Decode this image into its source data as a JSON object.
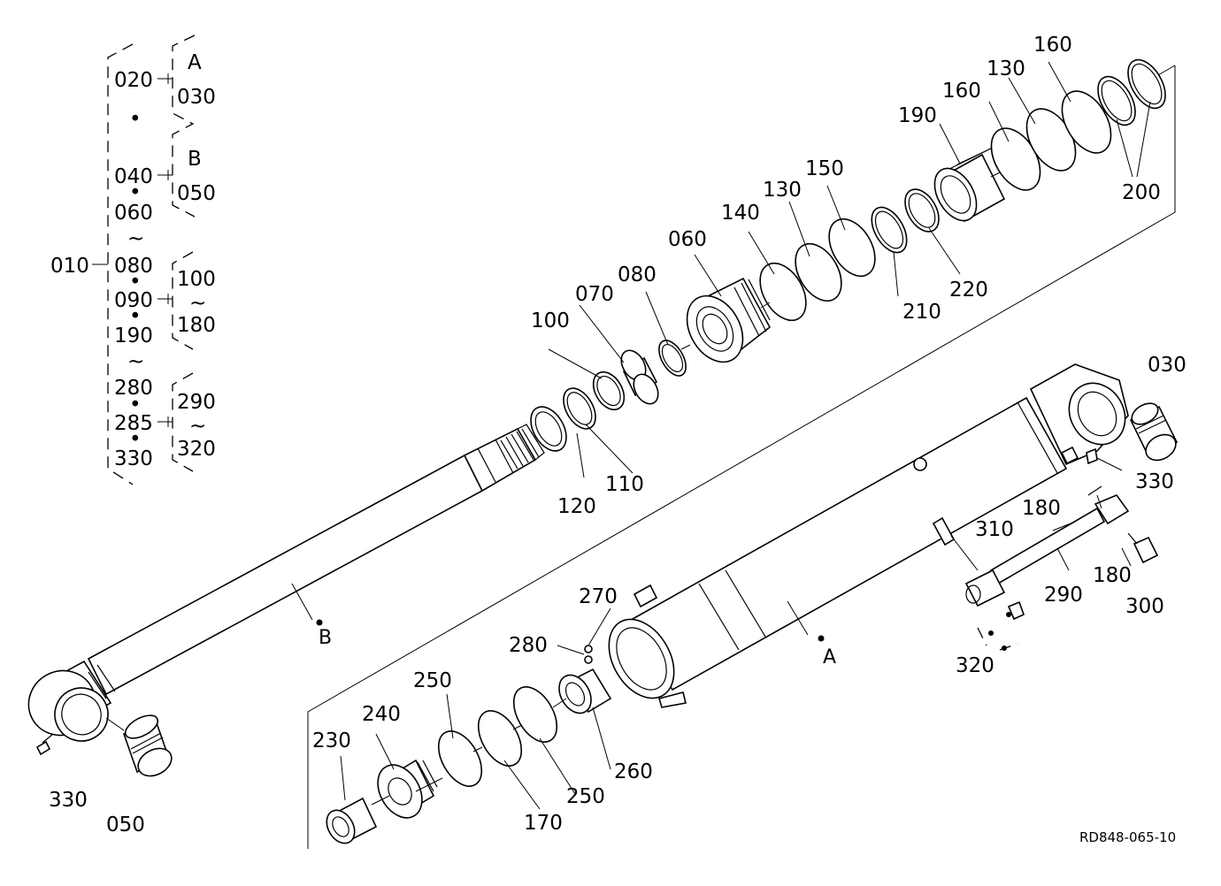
{
  "tree": {
    "root": "010",
    "items": [
      "020",
      "030",
      "A",
      "040",
      "050",
      "B",
      "060",
      "080",
      "090",
      "190",
      "280",
      "285",
      "330",
      "100",
      "180",
      "290",
      "320"
    ],
    "tilde": "~",
    "dot": "•"
  },
  "callouts": {
    "c030": "030",
    "c050": "050",
    "c060": "060",
    "c070": "070",
    "c080": "080",
    "c100a": "100",
    "c110": "110",
    "c120": "120",
    "c130a": "130",
    "c130b": "130",
    "c140": "140",
    "c150": "150",
    "c160a": "160",
    "c160b": "160",
    "c170": "170",
    "c180a": "180",
    "c180b": "180",
    "c190": "190",
    "c200": "200",
    "c210": "210",
    "c220": "220",
    "c230": "230",
    "c240": "240",
    "c250a": "250",
    "c250b": "250",
    "c260": "260",
    "c270": "270",
    "c280": "280",
    "c290": "290",
    "c300": "300",
    "c310": "310",
    "c320": "320",
    "c330a": "330",
    "c330b": "330",
    "markA": "A",
    "markB": "B"
  },
  "drawing_code": "RD848-065-10"
}
